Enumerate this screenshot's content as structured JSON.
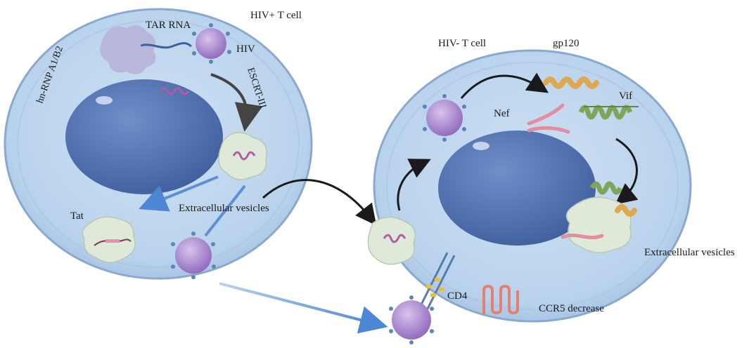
{
  "figure": {
    "labels": {
      "hiv_pos_cell": "HIV+ T cell",
      "hiv_neg_cell": "HIV- T cell",
      "tar_rna": "TAR RNA",
      "hiv": "HIV",
      "hnrnp": "hn-RNP A1/B2",
      "escrt": "ESCRT-III",
      "tat": "Tat",
      "ev_left": "Extracellular vesicles",
      "ev_right": "Extracellular vesicles",
      "gp120": "gp120",
      "vif": "Vif",
      "nef": "Nef",
      "cd4": "CD4",
      "ccr5": "CCR5 decrease"
    }
  }
}
